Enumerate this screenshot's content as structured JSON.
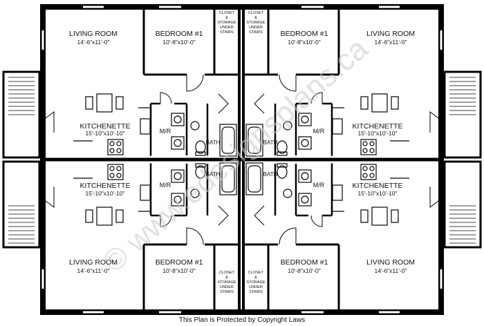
{
  "rooms": {
    "living_tl": {
      "name": "LIVING ROOM",
      "dim": "14'-6\"x11'-0\""
    },
    "bed_tl": {
      "name": "BEDROOM #1",
      "dim": "10'-8\"x10'-0\""
    },
    "bed_tr": {
      "name": "BEDROOM #1",
      "dim": "10'-8\"x10'-0\""
    },
    "living_tr": {
      "name": "LIVING ROOM",
      "dim": "14'-6\"x11'-0\""
    },
    "kitchen_tl": {
      "name": "KITCHENETTE",
      "dim": "15'-10\"x10'-10\""
    },
    "kitchen_tr": {
      "name": "KITCHENETTE",
      "dim": "15'-10\"x10'-10\""
    },
    "kitchen_bl": {
      "name": "KITCHENETTE",
      "dim": "15'-10\"x10'-10\""
    },
    "kitchen_br": {
      "name": "KITCHENETTE",
      "dim": "15'-10\"x10'-10\""
    },
    "living_bl": {
      "name": "LIVING ROOM",
      "dim": "14'-6\"x11'-0\""
    },
    "bed_bl": {
      "name": "BEDROOM #1",
      "dim": "10'-8\"x10'-0\""
    },
    "bed_br": {
      "name": "BEDROOM #1",
      "dim": "10'-8\"x10'-0\""
    },
    "living_br": {
      "name": "LIVING ROOM",
      "dim": "14'-6\"x11'-0\""
    }
  },
  "closet_lines": [
    "CLOSET",
    "&",
    "STORAGE",
    "UNDER",
    "STAIRS"
  ],
  "mr_label": "M/R",
  "bath_label": "BATH",
  "watermark": "© www.edesignsplans.ca",
  "footer": "This Plan is Protected by Copyright Laws"
}
